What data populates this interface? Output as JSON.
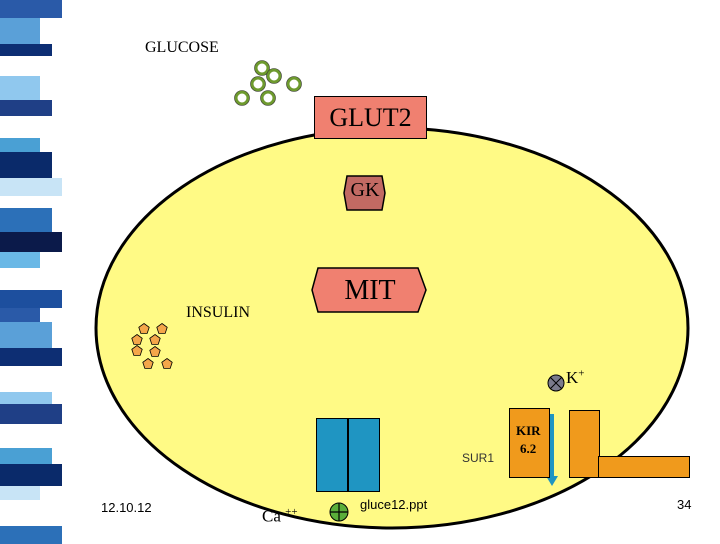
{
  "labels": {
    "glucose": "GLUCOSE",
    "glut2": "GLUT2",
    "gk": "GK",
    "mit": "MIT",
    "insulin": "INSULIN",
    "k_plus": "K+",
    "sur1": "SUR1",
    "kir": "KIR",
    "kir_num": "6.2",
    "ca": "Ca",
    "ca_charge": "++"
  },
  "footer": {
    "date": "12.10.12",
    "filename": "gluce12.ppt",
    "page": "34"
  },
  "colors": {
    "cell_fill": "#fffa85",
    "glut2_fill": "#f08070",
    "gk_fill": "#c26a63",
    "mit_fill": "#f08070",
    "channel_fill": "#1f95c2",
    "sur_fill": "#f09a1c",
    "glucose_ring": "#6e9a2e",
    "insulin_fill": "#f4a64a"
  }
}
